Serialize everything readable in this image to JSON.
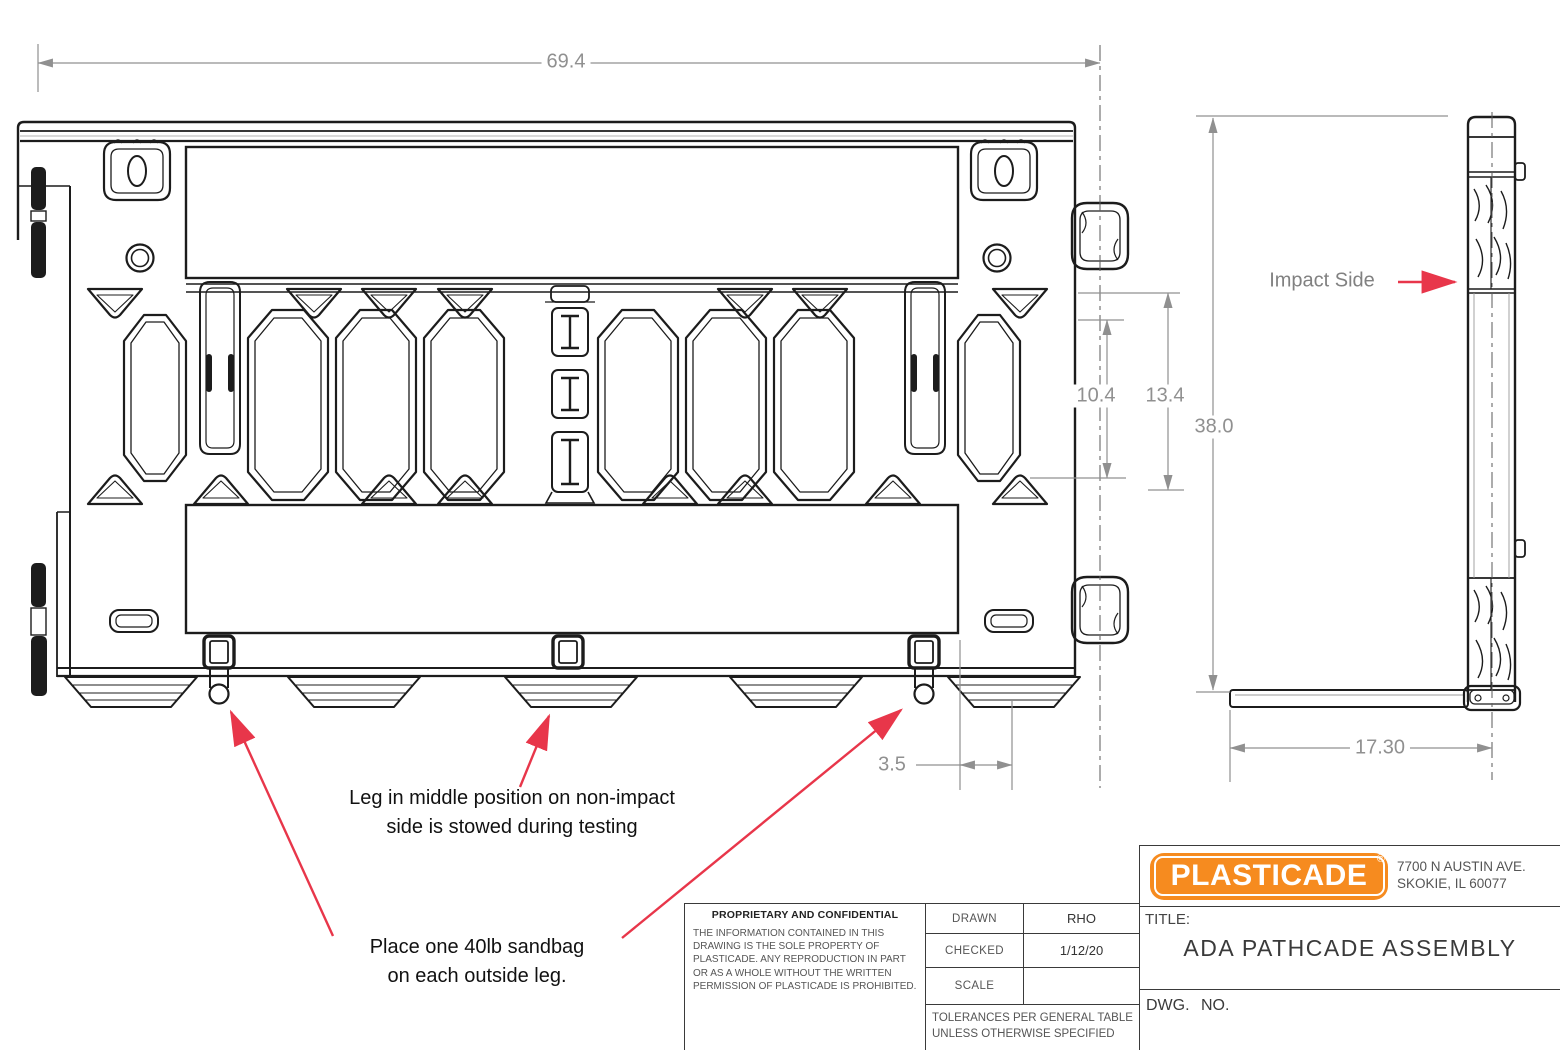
{
  "drawing": {
    "dimensions": {
      "overall_width": "69.4",
      "cutout_height": "10.4",
      "band_height": "13.4",
      "overall_height": "38.0",
      "leg_offset": "3.5",
      "foot_depth": "17.30"
    },
    "annotations": {
      "impact_side": "Impact Side",
      "leg_note": "Leg in middle position on non-impact\nside is stowed during testing",
      "sandbag_note": "Place one 40lb sandbag\non each outside leg."
    }
  },
  "title_block": {
    "proprietary": {
      "heading": "PROPRIETARY AND CONFIDENTIAL",
      "body": "THE INFORMATION CONTAINED IN THIS DRAWING IS THE SOLE PROPERTY OF PLASTICADE.  ANY REPRODUCTION IN PART OR AS A WHOLE WITHOUT THE WRITTEN PERMISSION OF PLASTICADE IS PROHIBITED."
    },
    "fields": {
      "drawn_label": "DRAWN",
      "drawn_value": "RHO",
      "checked_label": "CHECKED",
      "checked_value": "1/12/20",
      "scale_label": "SCALE",
      "scale_value": "",
      "tolerances": "TOLERANCES PER GENERAL TABLE\nUNLESS OTHERWISE SPECIFIED"
    },
    "company": {
      "logo_text": "PLASTICADE",
      "registered_mark": "®",
      "address": "7700 N AUSTIN AVE.\nSKOKIE, IL 60077"
    },
    "title_label": "TITLE:",
    "title_value": "ADA PATHCADE ASSEMBLY",
    "dwg_label": "DWG. NO."
  },
  "colors": {
    "accent_red": "#e8364a",
    "logo_orange": "#f68b1f",
    "dim_gray": "#909090",
    "line_black": "#1c1c1c"
  }
}
